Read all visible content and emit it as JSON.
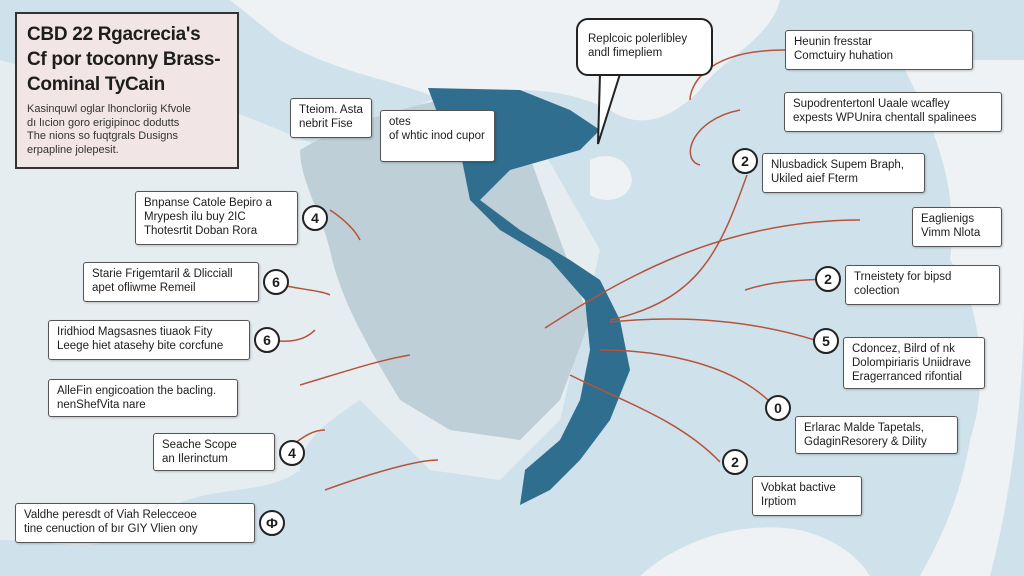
{
  "title": {
    "heading": [
      "CBD 22 Rgacrecia's",
      "Cf por toconny Brass-",
      "Cominal TyCain"
    ],
    "body": [
      "Kasinquwl oglar lhoncloriig Kfvole",
      "dı lıcion goro erigipinoc dodutts",
      "The nions so fuqtgrals Dusigns",
      "erpapline jolepesit."
    ]
  },
  "colors": {
    "sea": "#cfe2ec",
    "land": "#e8eef1",
    "highlight_country": "#2f6e8e",
    "neighbor": "#b8c9d2",
    "connector": "#b5533c"
  },
  "speech_bubble": [
    "Replcoic polerlibley",
    "andl fimepliem"
  ],
  "callouts_left": [
    {
      "lines": [
        "Tteiom. Asta",
        "nebrit Fise"
      ]
    },
    {
      "lines": [
        "otes",
        "of whtic inod cupor"
      ]
    },
    {
      "lines": [
        "Bnpanse Catole Bepiro a",
        "Mrypesh ilu buy 2IC",
        "Thotesrtit Doban Rora"
      ],
      "badge": "4"
    },
    {
      "lines": [
        "Starie Frigemtaril & Dlicciall",
        "apet ofliwme Remeil"
      ],
      "badge": "6"
    },
    {
      "lines": [
        "Iridhiod Magsasnes tiuaok Fity",
        "Leege hiet atasehy bite corcfune"
      ],
      "badge": "6"
    },
    {
      "lines": [
        "AlleFin engicoation the bacling.",
        "nenShefVita nare"
      ],
      "badge": ""
    },
    {
      "lines": [
        "Seache Scope",
        "an Ilerinctum"
      ],
      "badge": "4"
    },
    {
      "lines": [
        "Valdhe peresdt of Viah Relecceoe",
        "tine cenuction of bır GIY Vlien ony"
      ],
      "badge": "Ф"
    }
  ],
  "callouts_right": [
    {
      "lines": [
        "Heunin fresstar",
        "Comctuiry huhation"
      ],
      "badge": ""
    },
    {
      "lines": [
        "Supodrentertonl Uaale wcafley",
        "expests WPUnira chentall spalinees"
      ],
      "badge": ""
    },
    {
      "lines": [
        "Nlusbadick Supem Braph,",
        "Ukiled aief Fterm"
      ],
      "badge": "2"
    },
    {
      "lines": [
        "Eaglienigs",
        "Vimm Nlota"
      ],
      "badge": ""
    },
    {
      "lines": [
        "Trneistety for bipsd",
        "colection"
      ],
      "badge": "2"
    },
    {
      "lines": [
        "Cdoncez, Bilrd of nk",
        "Dolompiriaris Uniidrave",
        "Eragerranced rifontial"
      ],
      "badge": "5"
    },
    {
      "lines": [
        "Erlarac Malde Tapetals,",
        "GdaginResorery & Dility"
      ],
      "badge": "0"
    },
    {
      "lines": [
        "Vobkat bactive",
        "Irptiom"
      ],
      "badge": "2"
    }
  ]
}
